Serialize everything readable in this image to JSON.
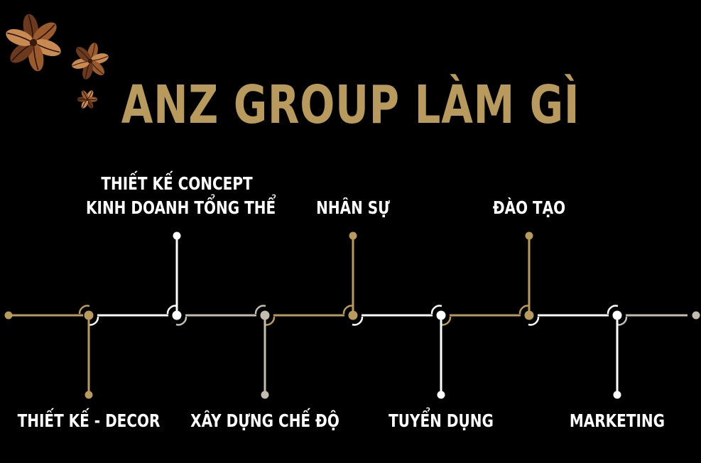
{
  "title": "ANZ GROUP LÀM GÌ",
  "colors": {
    "background": "#000000",
    "gold": "#b79a5c",
    "white": "#ffffff",
    "silver": "#c4bcae",
    "bean_dark": "#6b3a1e",
    "bean_mid": "#9a5a2c",
    "bean_light": "#c98a52"
  },
  "icons": [
    "coffee-flower-icon"
  ],
  "items": [
    {
      "lines": [
        "THIẾT KẾ - DECOR"
      ],
      "position": "below",
      "color": "gold"
    },
    {
      "lines": [
        "THIẾT KẾ CONCEPT",
        "KINH DOANH TỔNG THỂ"
      ],
      "position": "above",
      "color": "white"
    },
    {
      "lines": [
        "XÂY DỰNG CHẾ ĐỘ"
      ],
      "position": "below",
      "color": "silver"
    },
    {
      "lines": [
        "NHÂN SỰ"
      ],
      "position": "above",
      "color": "gold"
    },
    {
      "lines": [
        "TUYỂN DỤNG"
      ],
      "position": "below",
      "color": "white"
    },
    {
      "lines": [
        "ĐÀO TẠO"
      ],
      "position": "above",
      "color": "gold"
    },
    {
      "lines": [
        "MARKETING"
      ],
      "position": "below",
      "color": "white"
    }
  ]
}
